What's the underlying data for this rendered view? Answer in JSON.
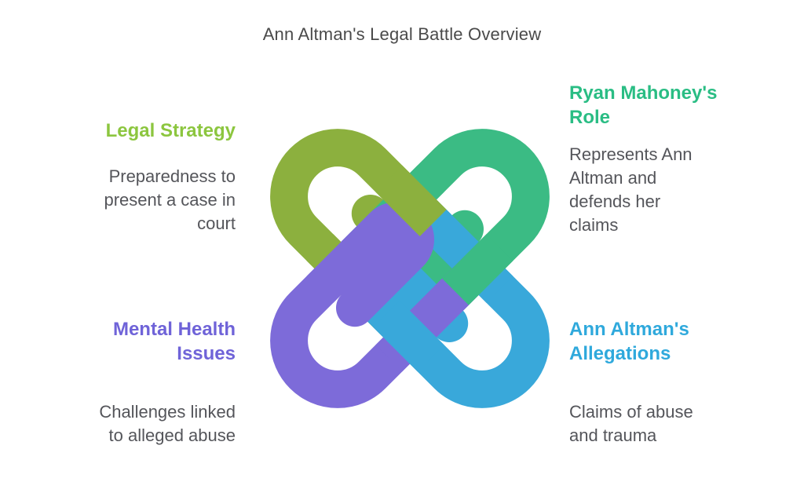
{
  "title": "Ann Altman's Legal Battle Overview",
  "sections": {
    "top_left": {
      "heading": "Legal Strategy",
      "body": "Preparedness to\npresent a case in\ncourt",
      "color": "#8cc63f"
    },
    "top_right": {
      "heading": "Ryan Mahoney's\nRole",
      "body": "Represents Ann\nAltman and\ndefends her\nclaims",
      "color": "#2abd84"
    },
    "bottom_left": {
      "heading": "Mental Health\nIssues",
      "body": "Challenges linked\nto alleged abuse",
      "color": "#6f63d8"
    },
    "bottom_right": {
      "heading": "Ann Altman's\nAllegations",
      "body": "Claims of abuse\nand trauma",
      "color": "#2fa9dc"
    }
  },
  "knot": {
    "colors": {
      "green": "#8cb03e",
      "teal": "#3bbb84",
      "blue": "#39a8da",
      "purple": "#7d6bd9"
    }
  }
}
